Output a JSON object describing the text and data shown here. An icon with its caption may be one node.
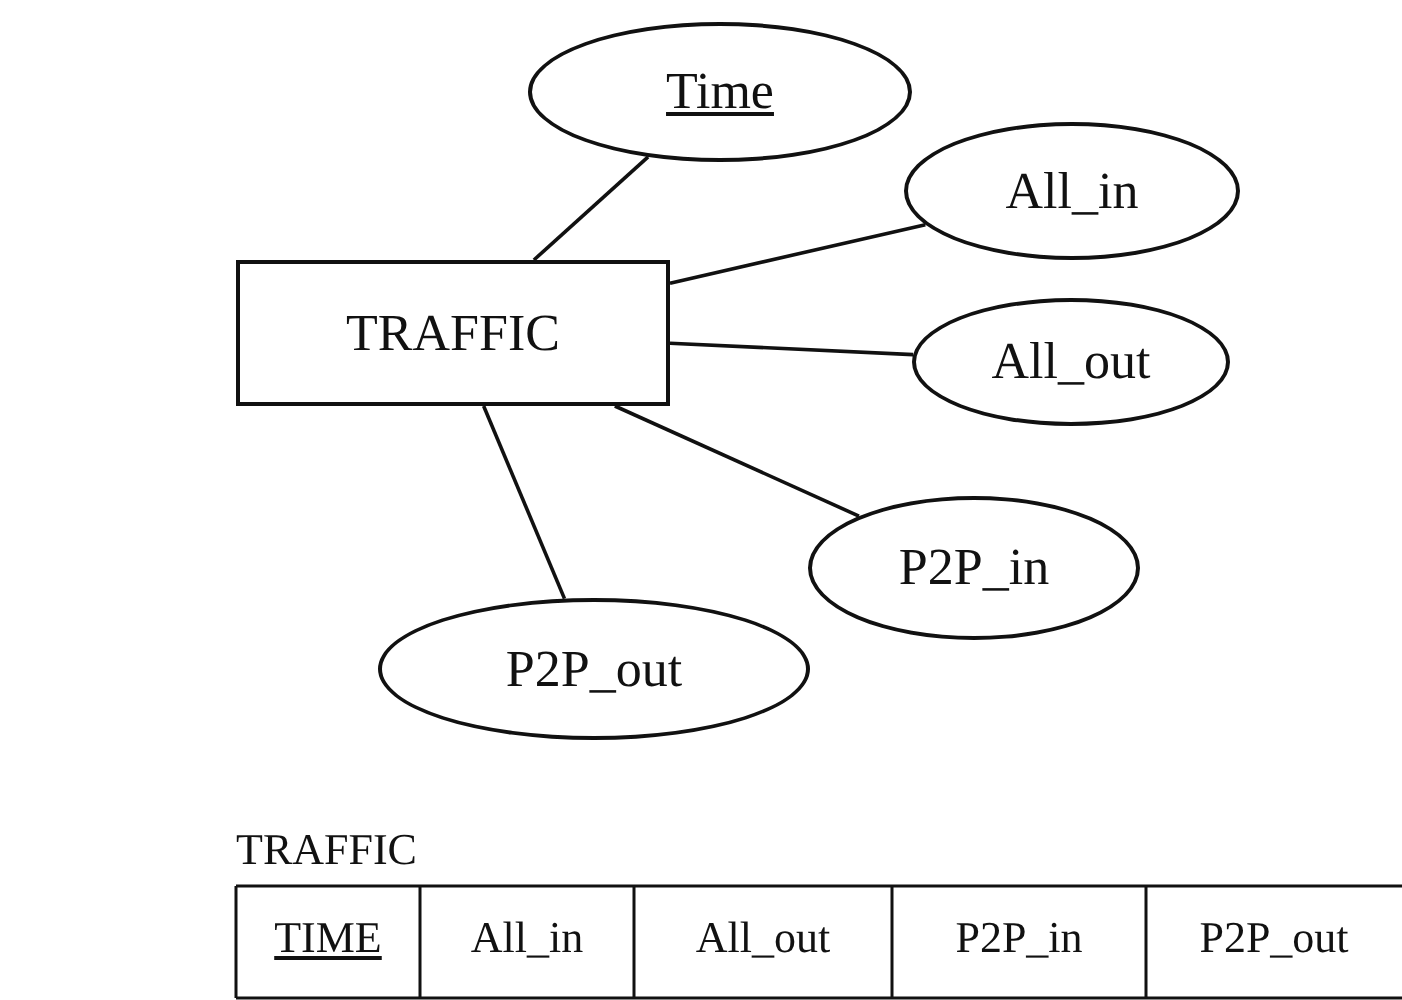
{
  "diagram": {
    "nodes": [
      {
        "text": [
          "Time"
        ]
      },
      {
        "text": [
          "All_in"
        ]
      },
      {
        "text": [
          "TRAFFIC"
        ]
      },
      {
        "text": [
          "All_out"
        ]
      },
      {
        "text": [
          "P2P_in"
        ]
      },
      {
        "text": [
          "P2P_out"
        ]
      }
    ],
    "edges": [
      {
        "from": 2,
        "to": 0,
        "arrow": "none"
      },
      {
        "from": 2,
        "to": 1,
        "arrow": "none"
      },
      {
        "from": 2,
        "to": 3,
        "arrow": "none"
      },
      {
        "from": 2,
        "to": 4,
        "arrow": "none"
      },
      {
        "from": 2,
        "to": 5,
        "arrow": "none"
      }
    ],
    "labels": [
      "TRAFFIC",
      "TIME",
      "All_in",
      "All_out",
      "P2P_in",
      "P2P_out"
    ]
  }
}
